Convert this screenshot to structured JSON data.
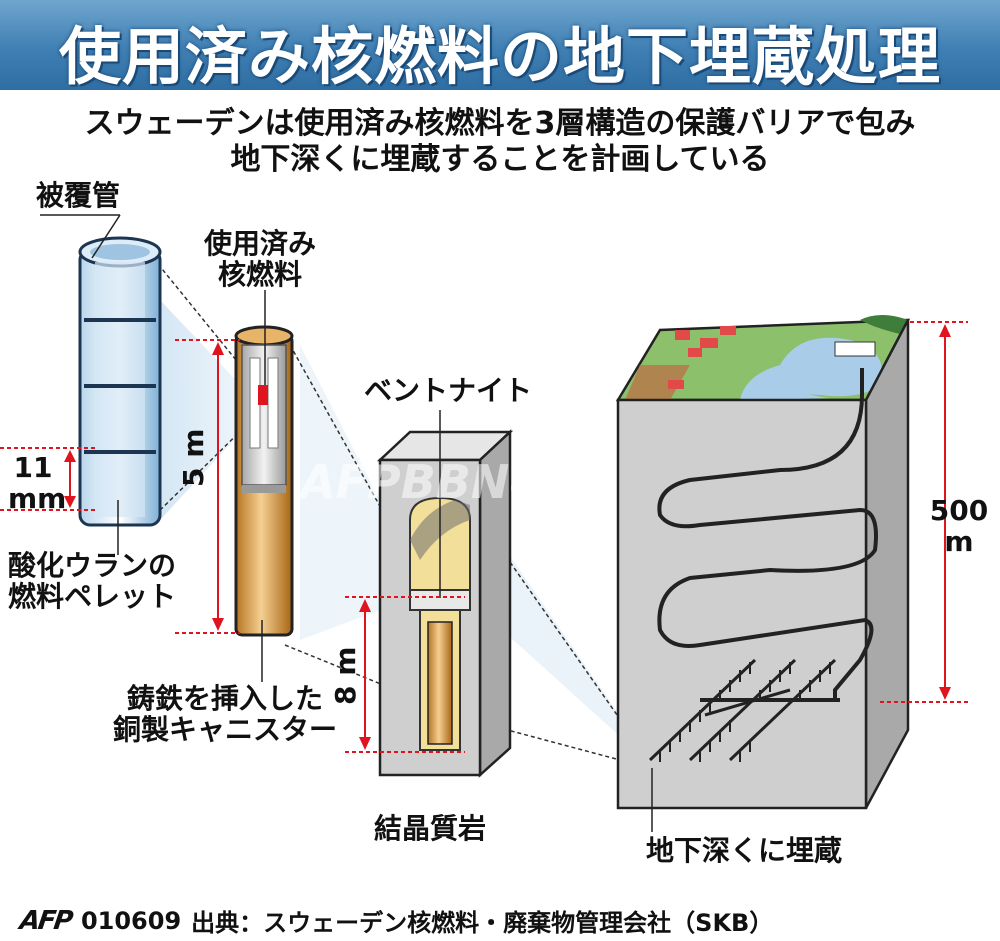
{
  "title": "使用済み核燃料の地下埋蔵処理",
  "subtitle_line1": "スウェーデンは使用済み核燃料を3層構造の保護バリアで包み",
  "subtitle_line2": "地下深くに埋蔵することを計画している",
  "labels": {
    "cladding_tube": "被覆管",
    "spent_fuel_line1": "使用済み",
    "spent_fuel_line2": "核燃料",
    "bentonite": "ベントナイト",
    "dim_11": "11",
    "dim_mm": "mm",
    "dim_5m": "5 m",
    "dim_8m": "8 m",
    "dim_500": "500",
    "dim_500m": "m",
    "pellet_line1": "酸化ウランの",
    "pellet_line2": "燃料ペレット",
    "canister_line1": "鋳鉄を挿入した",
    "canister_line2": "銅製キャニスター",
    "crystalline_rock": "結晶質岩",
    "deep_burial": "地下深くに埋蔵"
  },
  "watermark": "AFPBBNews",
  "footer": {
    "logo": "AFP",
    "code": "010609",
    "source": "出典：スウェーデン核燃料・廃棄物管理会社（SKB）"
  },
  "colors": {
    "title_bg": "#3f7fb3",
    "dimension_red": "#e0141e",
    "copper": "#c98b3a",
    "bentonite": "#f2df9a",
    "rock_gray": "#c9c9c9",
    "water": "#a9cde8"
  }
}
